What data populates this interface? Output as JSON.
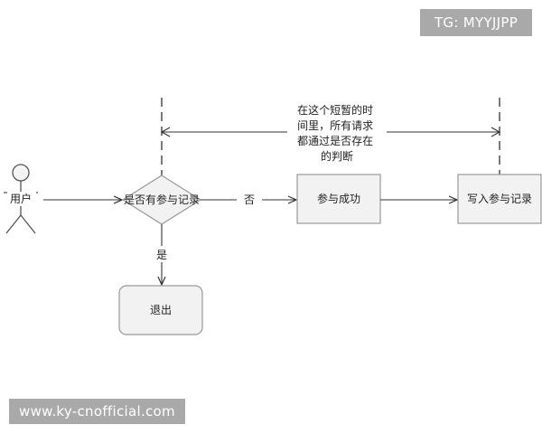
{
  "watermarks": {
    "top": "TG: MYYJJPP",
    "bottom": "www.ky-cnofficial.com"
  },
  "actor": {
    "label": "用户"
  },
  "decision": {
    "label": "是否有参与记录"
  },
  "edges": {
    "no": "否",
    "yes": "是"
  },
  "nodes": {
    "success": "参与成功",
    "write": "写入参与记录",
    "exit": "退出"
  },
  "note": {
    "lines": [
      "在这个短暂的时",
      "间里，所有请求",
      "都通过是否存在",
      "的判断"
    ]
  }
}
